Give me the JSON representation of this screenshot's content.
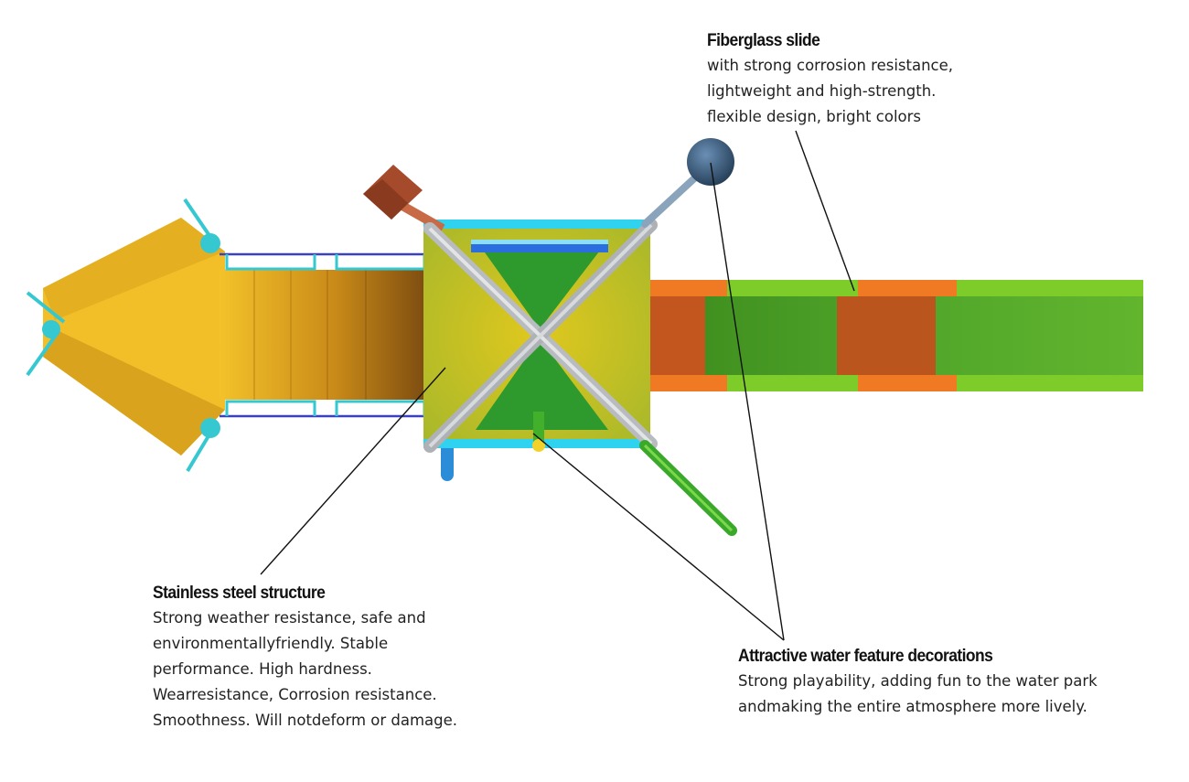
{
  "callouts": {
    "fiberglass": {
      "title": "Fiberglass slide",
      "lines": [
        "with strong corrosion resistance,",
        "lightweight and high-strength.",
        "flexible design, bright colors"
      ]
    },
    "steel": {
      "title": "Stainless steel structure",
      "lines": [
        "Strong weather resistance, safe and",
        "environmentallyfriendly. Stable",
        "performance. High hardness.",
        "Wearresistance, Corrosion resistance.",
        "Smoothness. Will notdeform or damage."
      ]
    },
    "water": {
      "title": "Attractive water feature decorations",
      "lines": [
        "Strong playability, adding fun to the water park",
        "andmaking the entire atmosphere more lively."
      ]
    }
  },
  "colors": {
    "slide_green": "#7dcc2a",
    "slide_orange": "#f07a24",
    "platform_yellow": "#c9c62a",
    "platform_blue": "#2fd3f0",
    "platform_green": "#2e9a2e",
    "steel_gray": "#b8bcc0",
    "roof_yellow": "#f2bf28",
    "rail_teal": "#36c8d0",
    "ball_navy": "#3a5a7a",
    "wheel_brown": "#a54a2a"
  }
}
